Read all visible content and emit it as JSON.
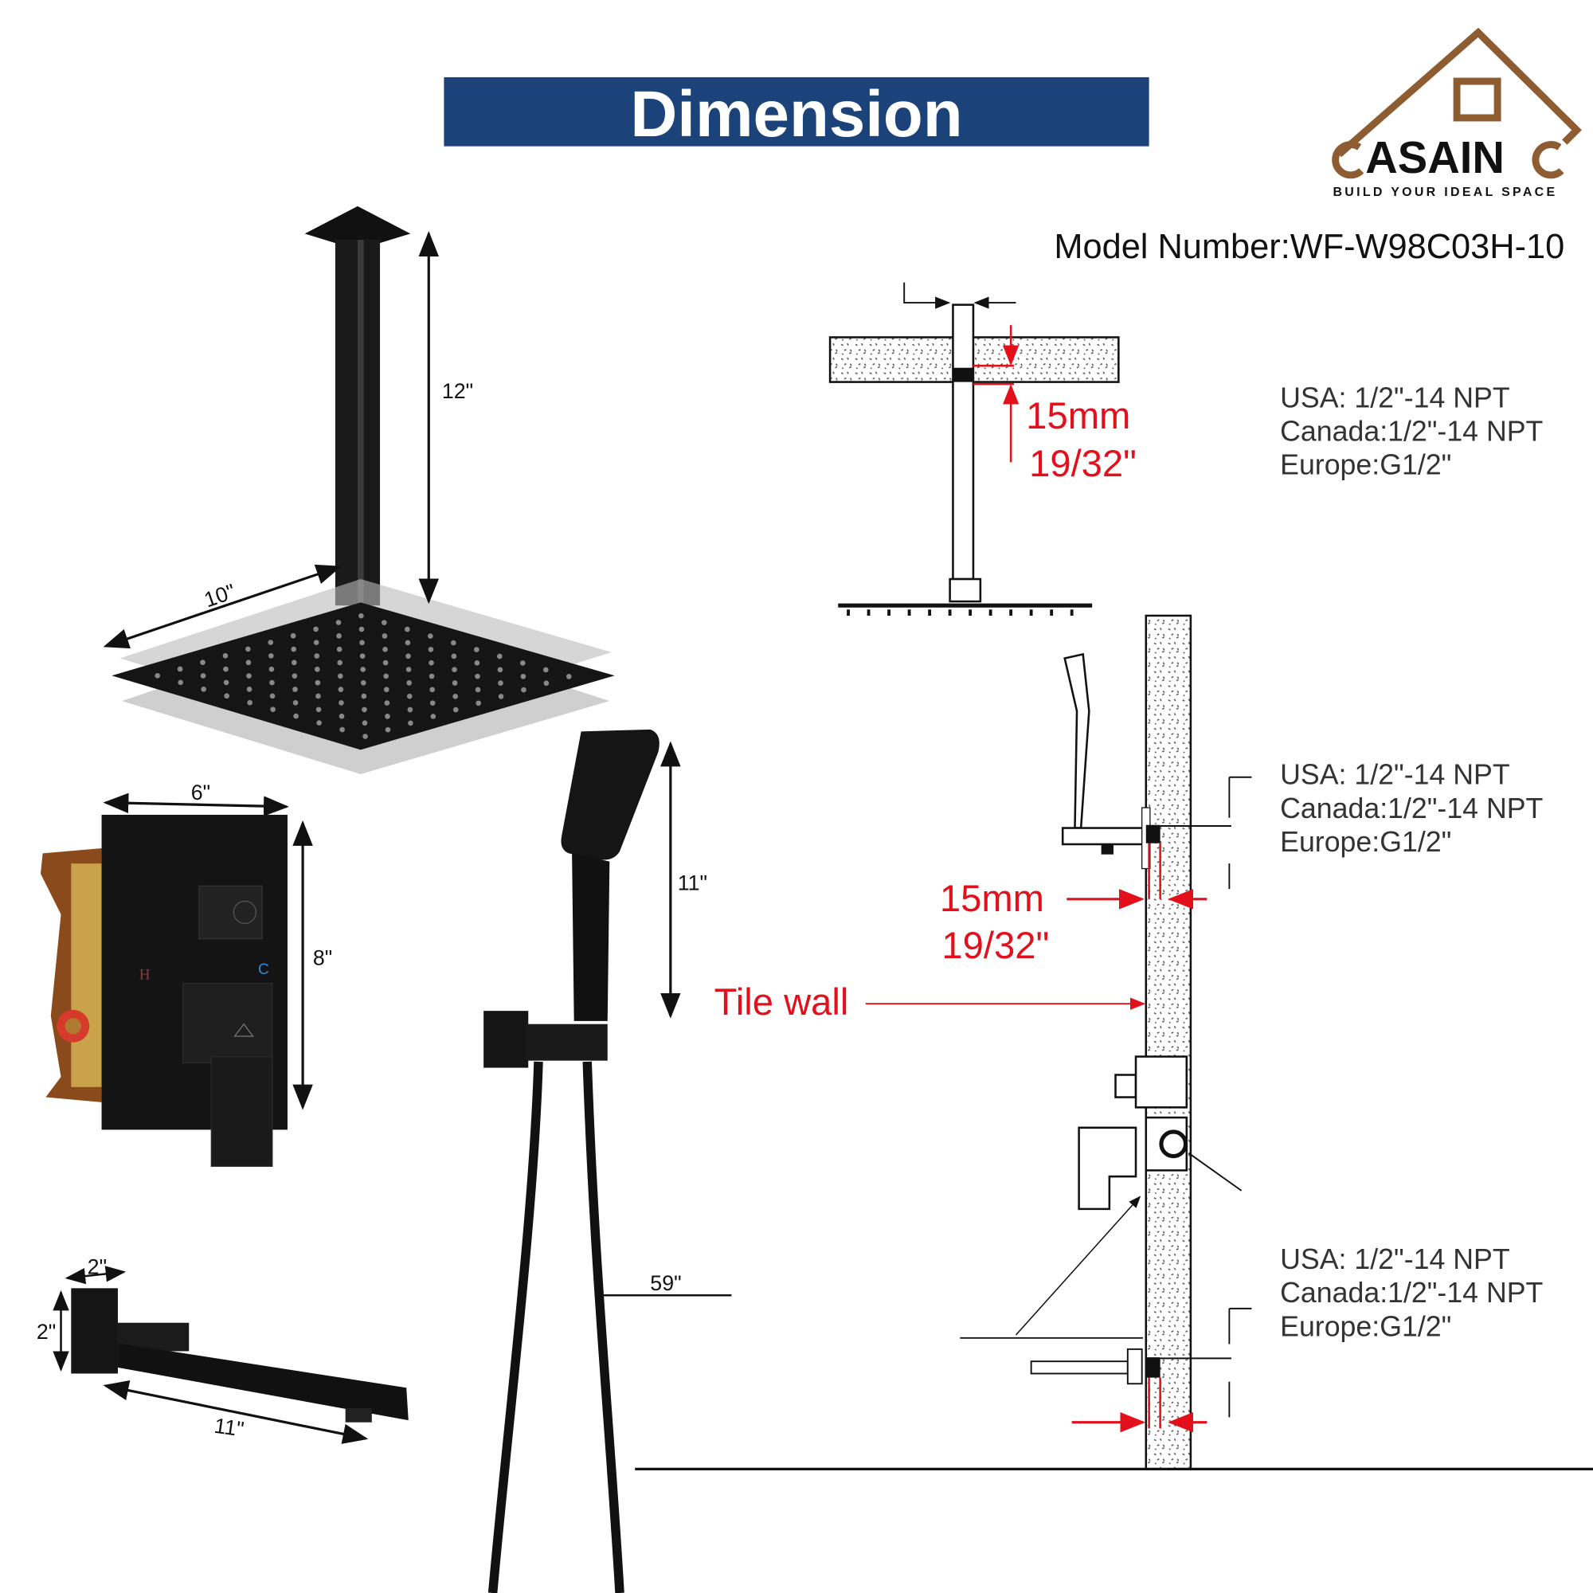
{
  "header": {
    "title": "Dimension",
    "banner_color": "#1c4379"
  },
  "logo": {
    "brand": "ASAIN",
    "tagline": "BUILD YOUR IDEAL SPACE",
    "color": "#8e5c31"
  },
  "model": {
    "text": "Model Number:WF-W98C03H-10"
  },
  "connections": [
    {
      "usa": "USA: 1/2\"-14 NPT",
      "canada": "Canada:1/2\"-14 NPT",
      "europe": "Europe:G1/2\""
    },
    {
      "usa": "USA: 1/2\"-14 NPT",
      "canada": "Canada:1/2\"-14 NPT",
      "europe": "Europe:G1/2\""
    },
    {
      "usa": "USA: 1/2\"-14 NPT",
      "canada": "Canada:1/2\"-14 NPT",
      "europe": "Europe:G1/2\""
    }
  ],
  "install": {
    "ceiling_depth_mm": "15mm",
    "ceiling_depth_in": "19/32\"",
    "wall_depth_mm": "15mm",
    "wall_depth_in": "19/32\"",
    "tile_wall": "Tile wall",
    "accent_color": "#e3101b"
  },
  "dimensions": {
    "arm_length": "12\"",
    "head_width": "10\"",
    "valve_width": "6\"",
    "valve_height": "8\"",
    "handheld_length": "11\"",
    "hose_length": "59\"",
    "spout_width": "2\"",
    "spout_height": "2\"",
    "spout_length": "11\""
  },
  "valve": {
    "hot": "H",
    "cold": "C"
  }
}
